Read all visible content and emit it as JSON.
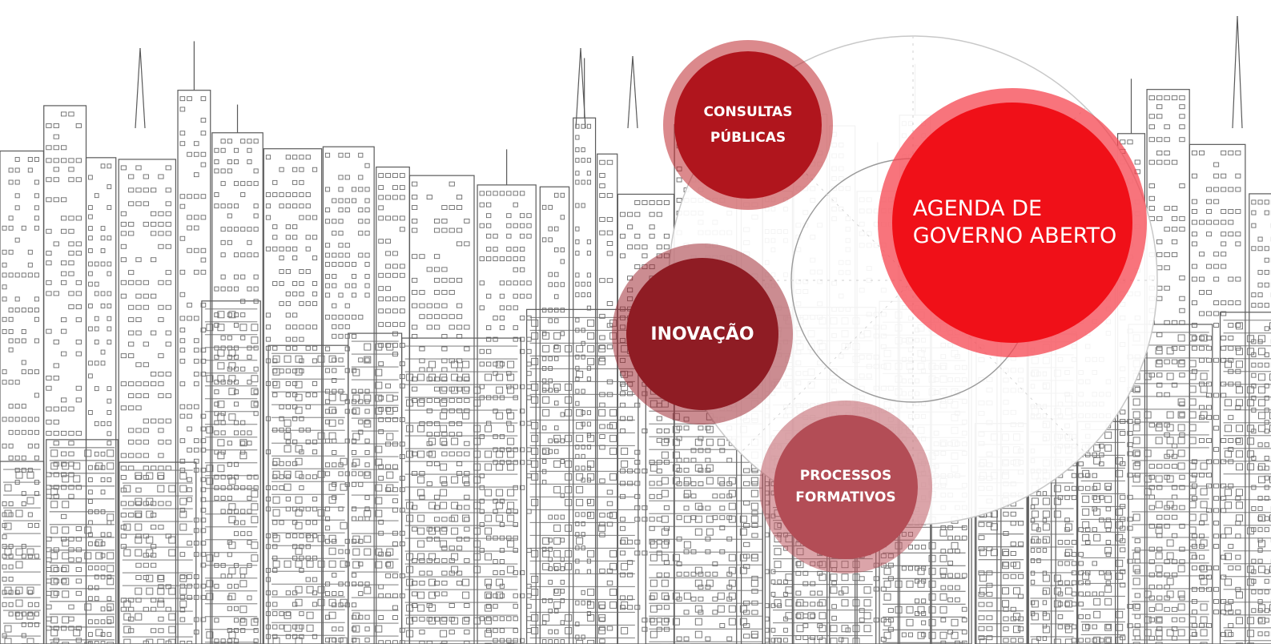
{
  "nodes": {
    "consultas": {
      "line1": "CONSULTAS",
      "line2": "PÚBLICAS"
    },
    "inovacao": {
      "line1": "INOVAÇÃO"
    },
    "processos": {
      "line1": "PROCESSOS",
      "line2": "FORMATIVOS"
    },
    "agenda": {
      "line1": "AGENDA DE",
      "line2": "GOVERNO ABERTO"
    }
  },
  "colors": {
    "consultas": "#b0151d",
    "inovacao": "#8f1c24",
    "processos": "#b34d56",
    "agenda": "#f01018"
  },
  "background": {
    "icon": "city-skyline-sketch"
  }
}
